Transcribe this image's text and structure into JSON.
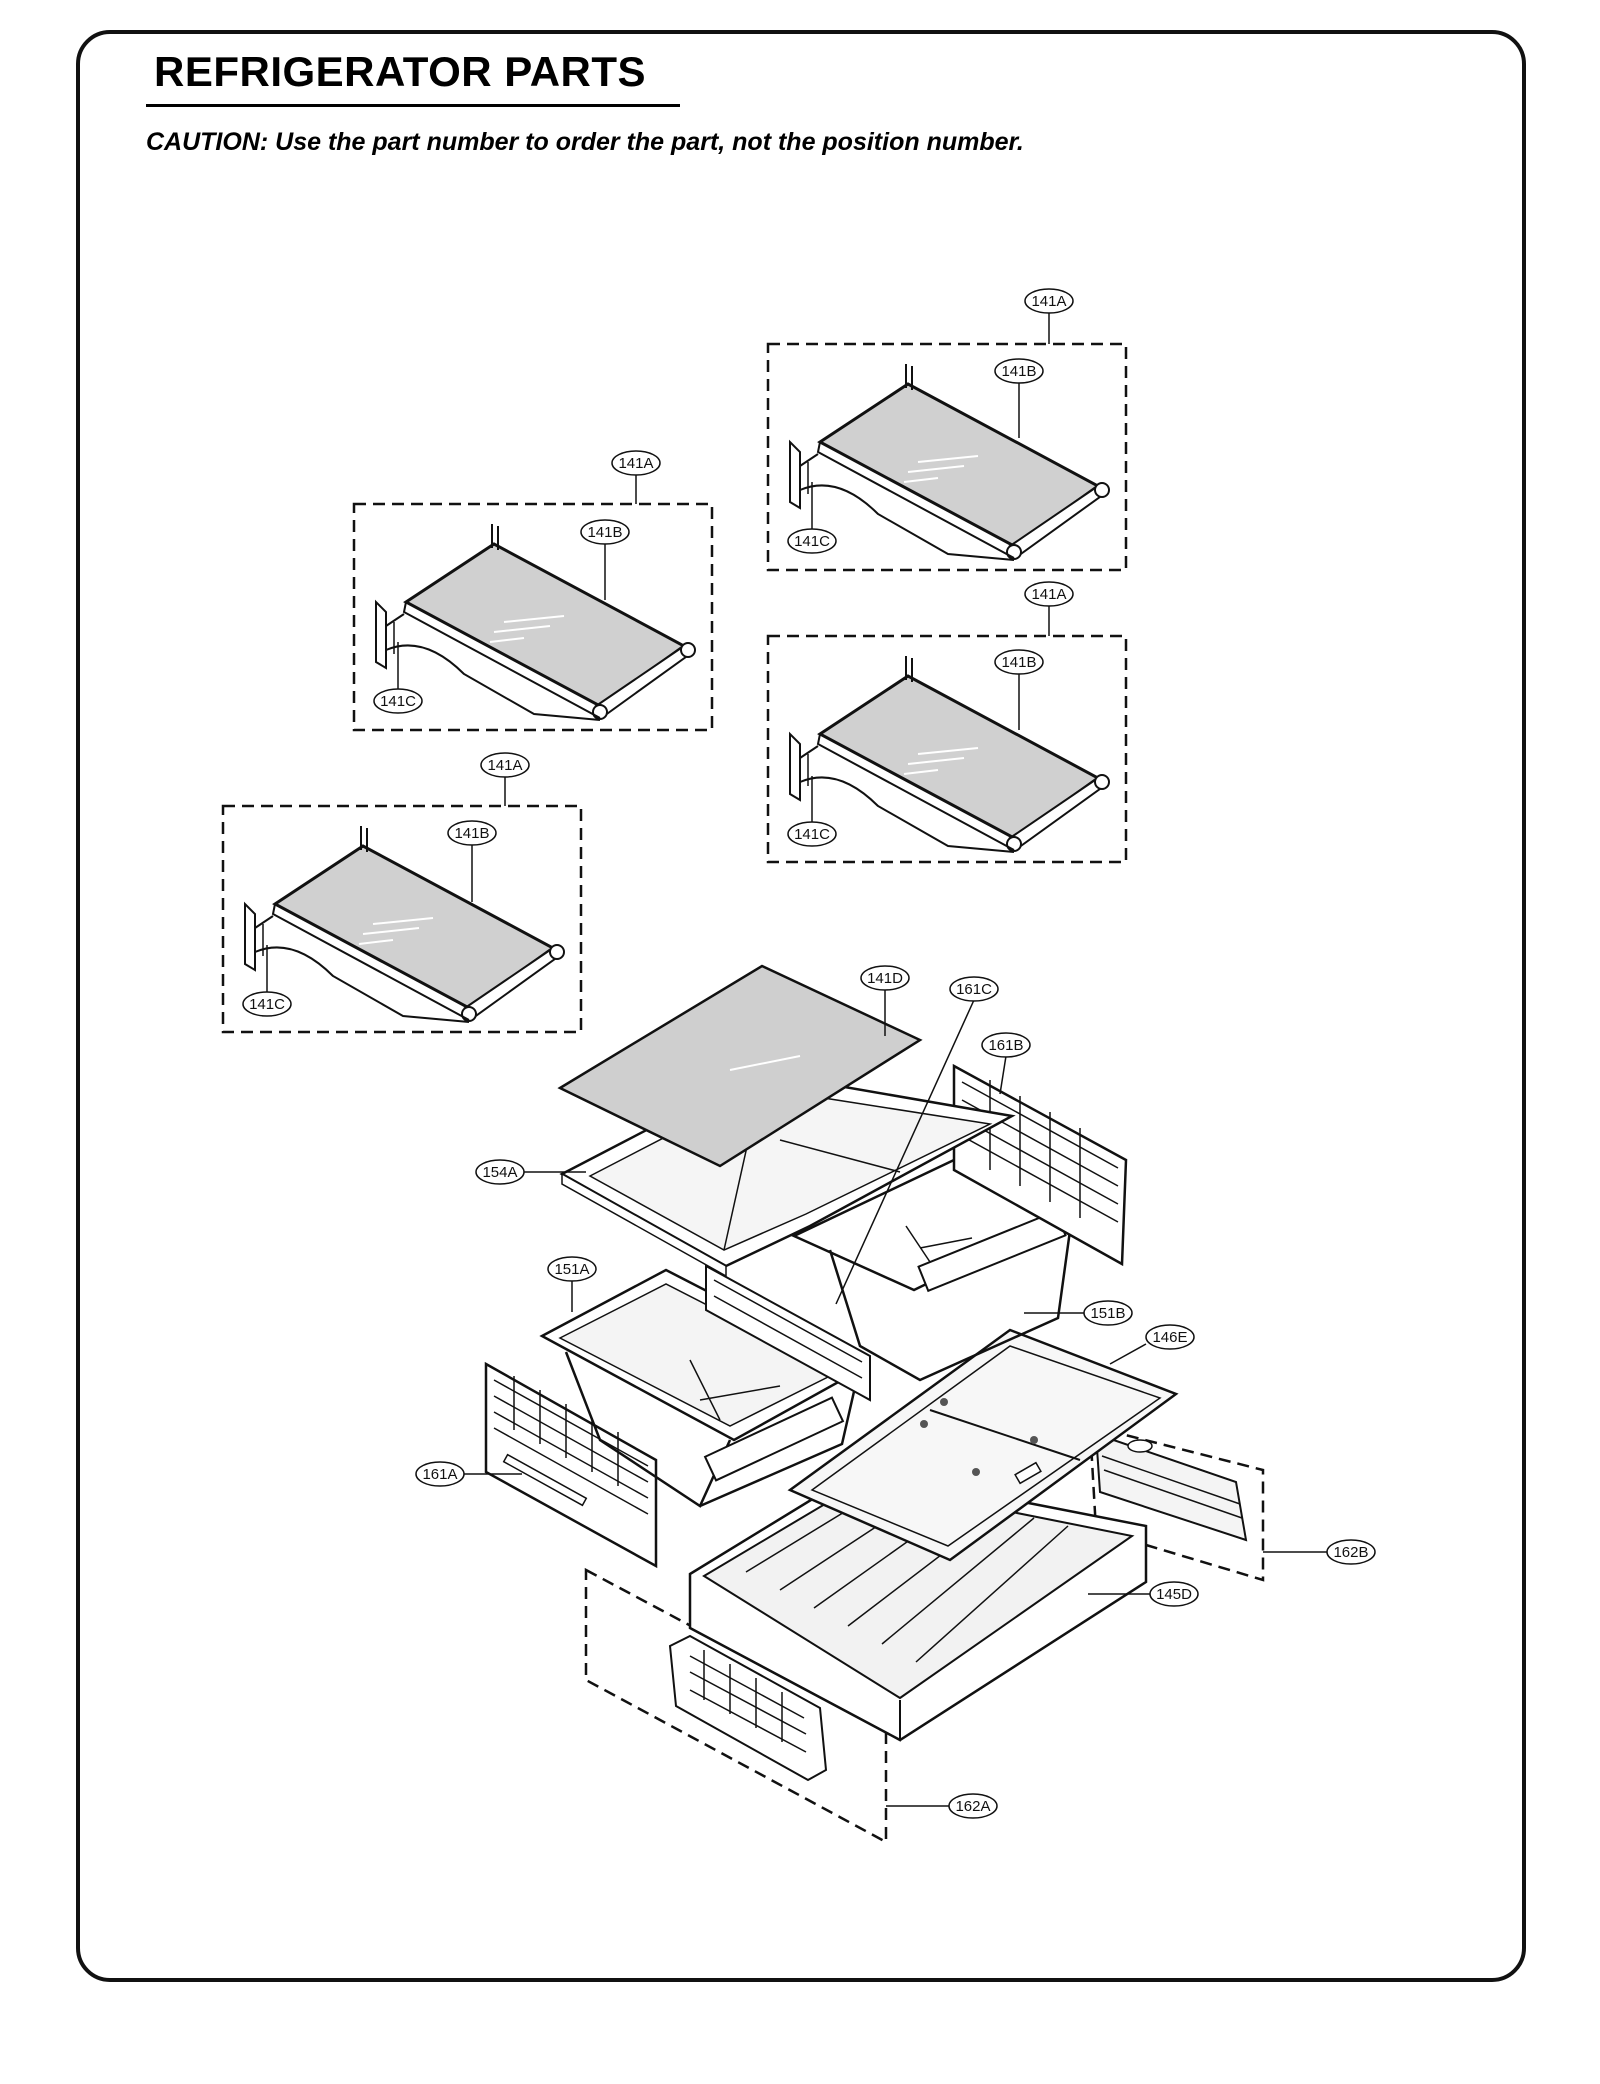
{
  "header": {
    "title": "REFRIGERATOR PARTS",
    "caution": "CAUTION: Use the part number to order the part, not the position number."
  },
  "callouts": {
    "s1_141A": "141A",
    "s1_141B": "141B",
    "s1_141C": "141C",
    "s2_141A": "141A",
    "s2_141B": "141B",
    "s2_141C": "141C",
    "s3_141A": "141A",
    "s3_141B": "141B",
    "s3_141C": "141C",
    "s4_141A": "141A",
    "s4_141B": "141B",
    "s4_141C": "141C",
    "p141D": "141D",
    "p161C": "161C",
    "p161B": "161B",
    "p154A": "154A",
    "p151A": "151A",
    "p151B": "151B",
    "p146E": "146E",
    "p161A": "161A",
    "p162B": "162B",
    "p145D": "145D",
    "p162A": "162A"
  }
}
